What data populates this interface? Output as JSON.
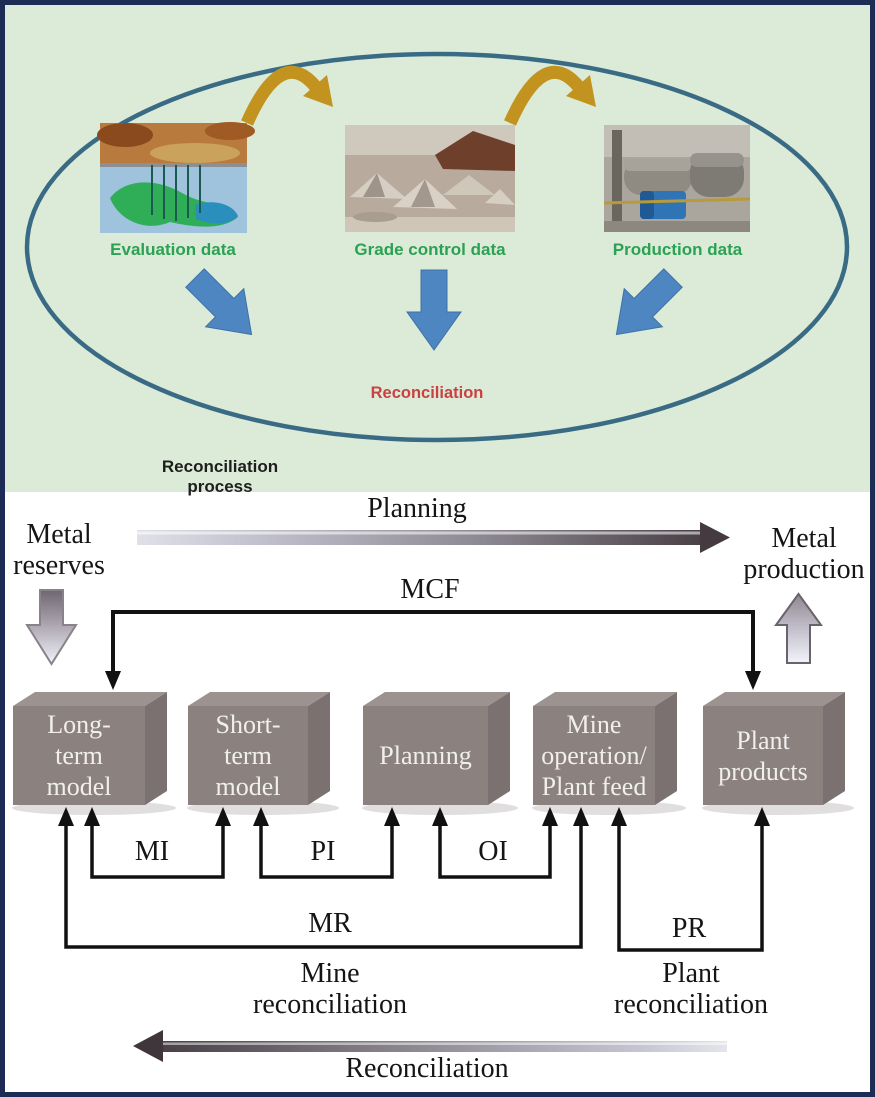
{
  "top": {
    "caption": "Reconciliation process",
    "reconciliation_label": "Reconciliation",
    "evaluation_label": "Evaluation data",
    "grade_control_label": "Grade control data",
    "production_label": "Production data"
  },
  "flow": {
    "planning_arrow_label": "Planning",
    "mcf_label": "MCF",
    "metal_reserves_label": "Metal\nreserves",
    "metal_production_label": "Metal\nproduction",
    "boxes": [
      {
        "label": "Long-\nterm\nmodel"
      },
      {
        "label": "Short-\nterm\nmodel"
      },
      {
        "label": "Planning"
      },
      {
        "label": "Mine\noperation/\nPlant feed"
      },
      {
        "label": "Plant\nproducts"
      }
    ],
    "mi_label": "MI",
    "pi_label": "PI",
    "oi_label": "OI",
    "mr_label": "MR",
    "pr_label": "PR",
    "mine_reconciliation_label": "Mine\nreconciliation",
    "plant_reconciliation_label": "Plant\nreconciliation",
    "reconciliation_arrow_label": "Reconciliation"
  },
  "colors": {
    "frame": "#1d2c55",
    "panel_bg": "#dcebd8",
    "ellipse_stroke": "#3a6b85",
    "gold_arrow": "#c2941f",
    "blue_arrow": "#4e86c2",
    "green_text": "#2aa153",
    "red_text": "#c94141",
    "box_front": "#8b817f",
    "line_black": "#111111"
  }
}
